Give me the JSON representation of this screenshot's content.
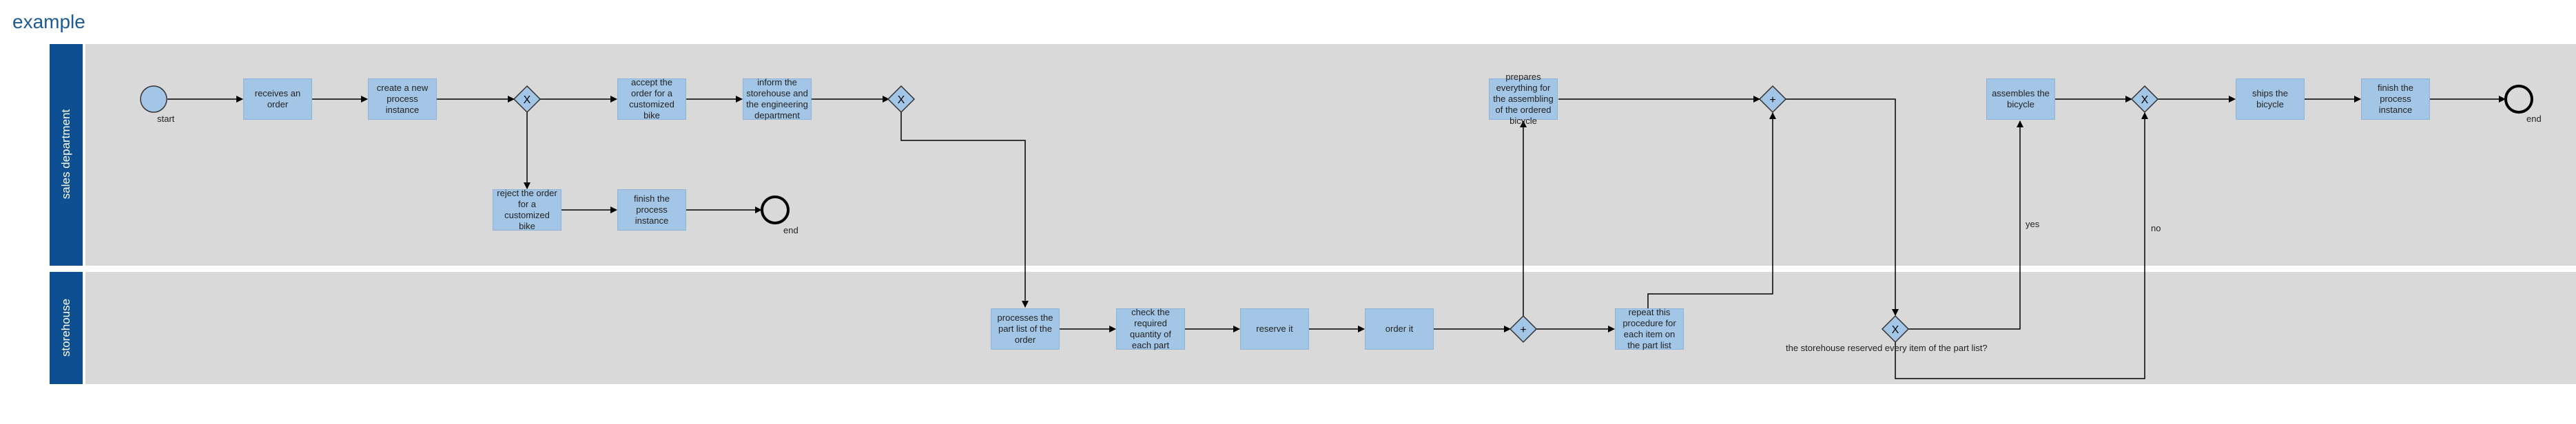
{
  "title": "example",
  "lanes": [
    "sales department",
    "storehouse"
  ],
  "events": {
    "start": "start",
    "end1": "end",
    "end2": "end"
  },
  "tasks": {
    "t1": "receives an order",
    "t2": "create a new process instance",
    "t3": "accept the order for a customized bike",
    "t4": "inform the storehouse and the engineering department",
    "t5": "reject the order for a customized bike",
    "t6": "finish the process instance",
    "t7": "prepares everything for the assembling of the ordered bicycle",
    "t8": "assembles the bicycle",
    "t9": "ships the bicycle",
    "t10": "finish the process instance",
    "t11": "processes the part list of the order",
    "t12": "check the required quantity of each part",
    "t13": "reserve it",
    "t14": "order it",
    "t15": "repeat this procedure for each item on the part list"
  },
  "gateways": {
    "g1": "X",
    "g2": "X",
    "g3": "+",
    "g4": "X",
    "g5": "+",
    "g6": "X"
  },
  "flow_labels": {
    "question": "the storehouse reserved every item of the part list?",
    "yes": "yes",
    "no": "no"
  },
  "colors": {
    "lane_header": "#0d4f91",
    "lane_background": "#d9d9d9",
    "task_fill": "#a4c6e6",
    "title": "#1e5a96"
  }
}
